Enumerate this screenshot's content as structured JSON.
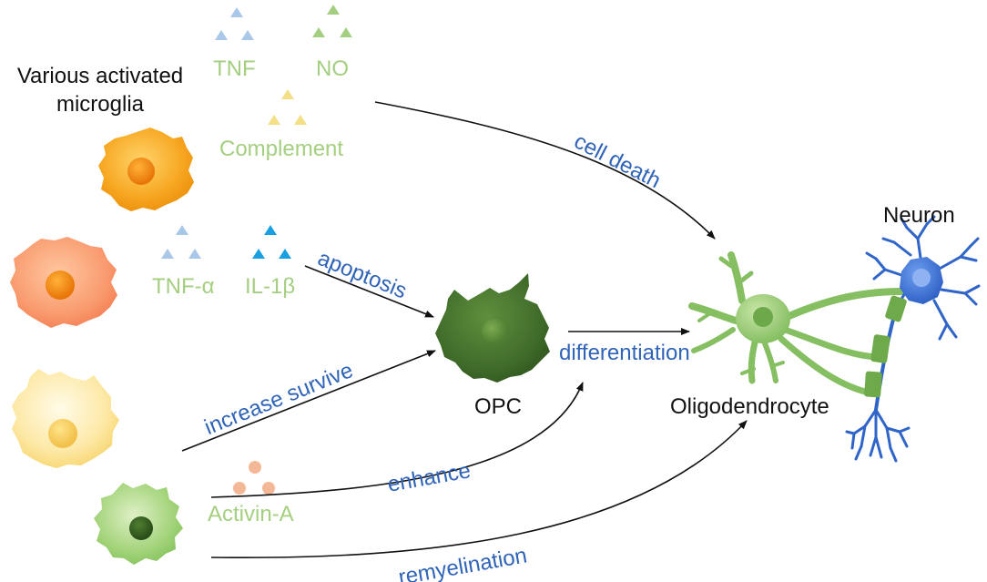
{
  "title": {
    "line1": "Various activated",
    "line2": "microglia"
  },
  "factors": {
    "tnf": "TNF",
    "no": "NO",
    "complement": "Complement",
    "tnf_alpha": "TNF-α",
    "il1b": "IL-1β",
    "activin_a": "Activin-A"
  },
  "cells": {
    "opc": "OPC",
    "oligodendrocyte": "Oligodendrocyte",
    "neuron": "Neuron"
  },
  "effects": {
    "cell_death": "cell death",
    "apoptosis": "apoptosis",
    "increase_survive": "increase survive",
    "differentiation": "differentiation",
    "enhance": "enhance",
    "remyelination": "remyelination"
  },
  "colors": {
    "tnf": "#a9c7e8",
    "no": "#a5cf80",
    "complement": "#f5df86",
    "il1b": "#1aa0e0",
    "activin_a": "#f5b896",
    "opc": "#3f6b2a",
    "oligodendrocyte": "#8cc36a",
    "neuron": "#2f64c8",
    "effect_text": "#2f64b8",
    "factor_text": "#a5cf80"
  }
}
